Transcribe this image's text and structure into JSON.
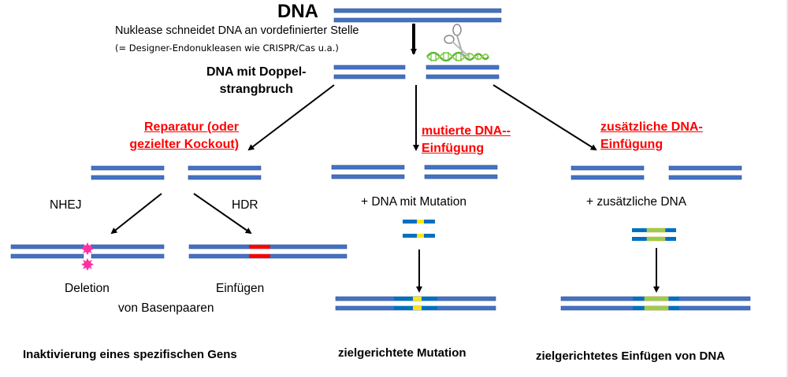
{
  "title": "DNA",
  "step1": {
    "line1": "Nuklease schneidet DNA an vordefinierter Stelle",
    "line2": "(= Designer-Endonukleasen wie CRISPR/Cas u.a.)"
  },
  "dsb": {
    "line1": "DNA mit Doppel-",
    "line2": "strangbruch"
  },
  "branches": {
    "repair": {
      "line1": "Reparatur (oder",
      "line2": "gezielter Kockout)"
    },
    "mutated": {
      "line1": "mutierte DNA--",
      "line2": "Einfügung"
    },
    "additional": {
      "line1": "zusätzliche DNA-",
      "line2": "Einfügung"
    }
  },
  "pathways": {
    "nhej": "NHEJ",
    "hdr": "HDR"
  },
  "donors": {
    "mutation": "+ DNA mit Mutation",
    "additional": "+ zusätzliche DNA"
  },
  "outcomes": {
    "deletion": "Deletion",
    "insertion": "Einfügen",
    "basepairs": "von Basenpaaren"
  },
  "results": {
    "knockout": "Inaktivierung eines spezifischen Gens",
    "mutation": "zielgerichtete Mutation",
    "insertion": "zielgerichtetes Einfügen von DNA"
  },
  "colors": {
    "strand": "#4472c4",
    "strand_light": "#0070c0",
    "label_red": "#ff0000",
    "deletion_mark": "#ff2fa0",
    "insert_red": "#ff0000",
    "mutation_yellow": "#ffe600",
    "insert_green": "#92d050"
  },
  "icons": {
    "nuclease": "scissors-dna-icon"
  }
}
